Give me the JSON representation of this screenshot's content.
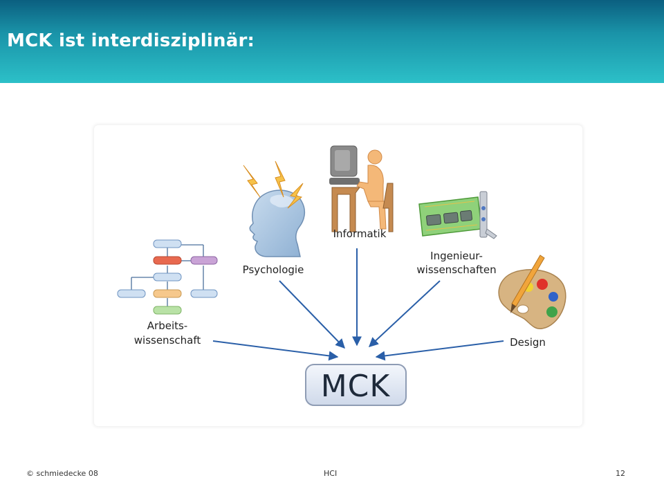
{
  "slide": {
    "title": "MCK ist interdisziplinär:"
  },
  "diagram": {
    "center": "MCK",
    "nodes": {
      "arbeit_line1": "Arbeits-",
      "arbeit_line2": "wissenschaft",
      "psychologie": "Psychologie",
      "informatik": "Informatik",
      "ingenieur_line1": "Ingenieur-",
      "ingenieur_line2": "wissenschaften",
      "design": "Design"
    },
    "colors": {
      "arrow": "#2a5fa8",
      "box_fill": "#e3e9f4",
      "box_stroke": "#9aa7bd"
    },
    "icons": [
      "flowchart-icon",
      "head-lightning-icon",
      "computer-user-icon",
      "circuit-board-icon",
      "paint-palette-icon"
    ]
  },
  "footer": {
    "copyright": "© schmiedecke 08",
    "course": "HCI",
    "page": "12"
  }
}
